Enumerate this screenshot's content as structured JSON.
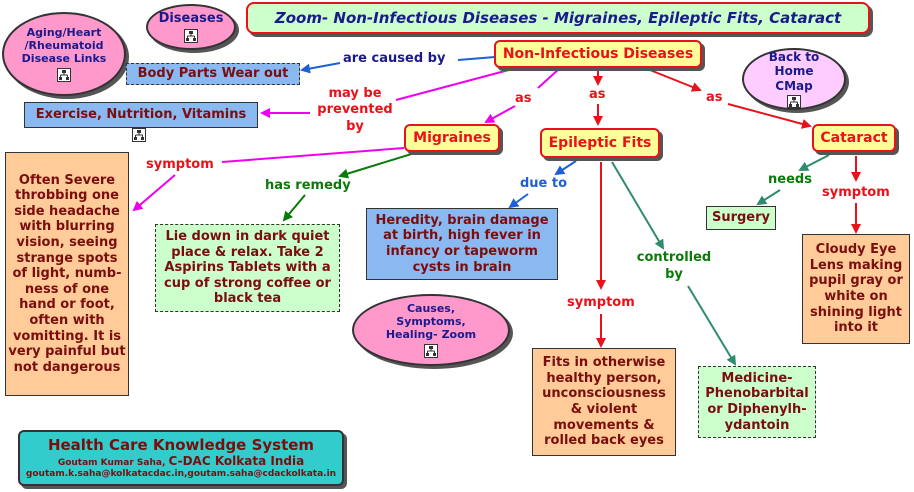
{
  "title": "Zoom- Non-Infectious Diseases - Migraines, Epileptic Fits, Cataract",
  "nodes": {
    "aging": "Aging/Heart /Rheumatoid Disease Links",
    "diseases": "Diseases",
    "non_infectious": "Non-Infectious Diseases",
    "back_home": "Back to Home CMap",
    "body_parts": "Body Parts Wear out",
    "exercise": "Exercise, Nutrition, Vitamins",
    "migraines": "Migraines",
    "epileptic": "Epileptic Fits",
    "cataract": "Cataract",
    "often_severe": "Often Severe throbbing one side headache with blurring vision, seeing strange spots of light, numb- ness of one hand or foot, often with vomitting. It is very painful but not dangerous",
    "lie_down": "Lie down in dark quiet place & relax. Take 2 Aspirins Tablets with a cup of strong coffee or black tea",
    "heredity": "Heredity, brain damage at birth, high fever in infancy or tapeworm cysts in brain",
    "surgery": "Surgery",
    "cloudy": "Cloudy Eye Lens making pupil gray or white on shining light into it",
    "causes_zoom": "Causes, Symptoms, Healing- Zoom",
    "fits": "Fits in otherwise healthy person, unconsciousness & violent movements & rolled back eyes",
    "medicine": "Medicine- Phenobarbital or Diphenylh- ydantoin"
  },
  "labels": {
    "are_caused_by": "are caused by",
    "may_be_prevented_by": "may be prevented by",
    "as1": "as",
    "as2": "as",
    "as3": "as",
    "symptom_migraine": "symptom",
    "has_remedy": "has remedy",
    "due_to": "due to",
    "needs": "needs",
    "symptom_cataract": "symptom",
    "controlled_by": "controlled by",
    "symptom_fits": "symptom"
  },
  "footer": {
    "title": "Health Care Knowledge System",
    "author_small": "Goutam Kumar Saha,",
    "org": "C-DAC Kolkata India",
    "emails": "goutam.k.saha@kolkatacdac.in,goutam.saha@cdackolkata.in"
  },
  "colors": {
    "red": "#e8121a",
    "magenta": "#ee00ee",
    "blue": "#1e5fd8",
    "green": "#0a7a0a",
    "teal": "#2e8b6e",
    "yellow": "#ffff99",
    "orange_fill": "#ffcc99",
    "light_green_fill": "#ccffcc",
    "blue_fill": "#8ab8f0",
    "pink_fill": "#ff99cc",
    "lavender_fill": "#ffccff",
    "cyan_fill": "#33cccc"
  }
}
